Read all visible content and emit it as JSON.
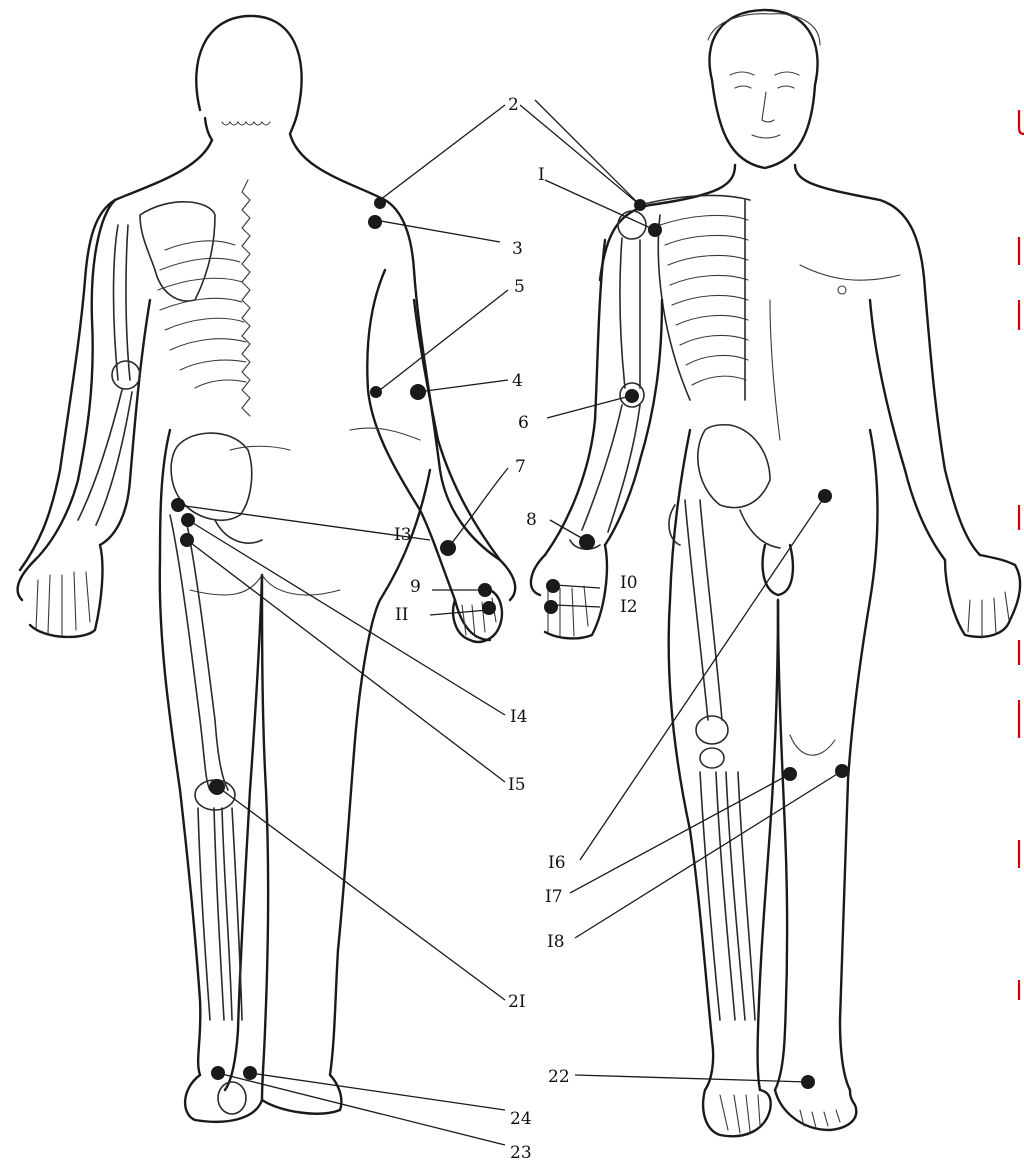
{
  "labels": {
    "l1": "I",
    "l2": "2",
    "l3": "3",
    "l4": "4",
    "l5": "5",
    "l6": "6",
    "l7": "7",
    "l8": "8",
    "l9": "9",
    "l10": "I0",
    "l11": "II",
    "l12": "I2",
    "l13": "I3",
    "l14": "I4",
    "l15": "I5",
    "l16": "I6",
    "l17": "I7",
    "l18": "I8",
    "l21": "2I",
    "l22": "22",
    "l23": "23",
    "l24": "24"
  },
  "colors": {
    "ink": "#1a1a1a",
    "marker": "#d10000"
  }
}
